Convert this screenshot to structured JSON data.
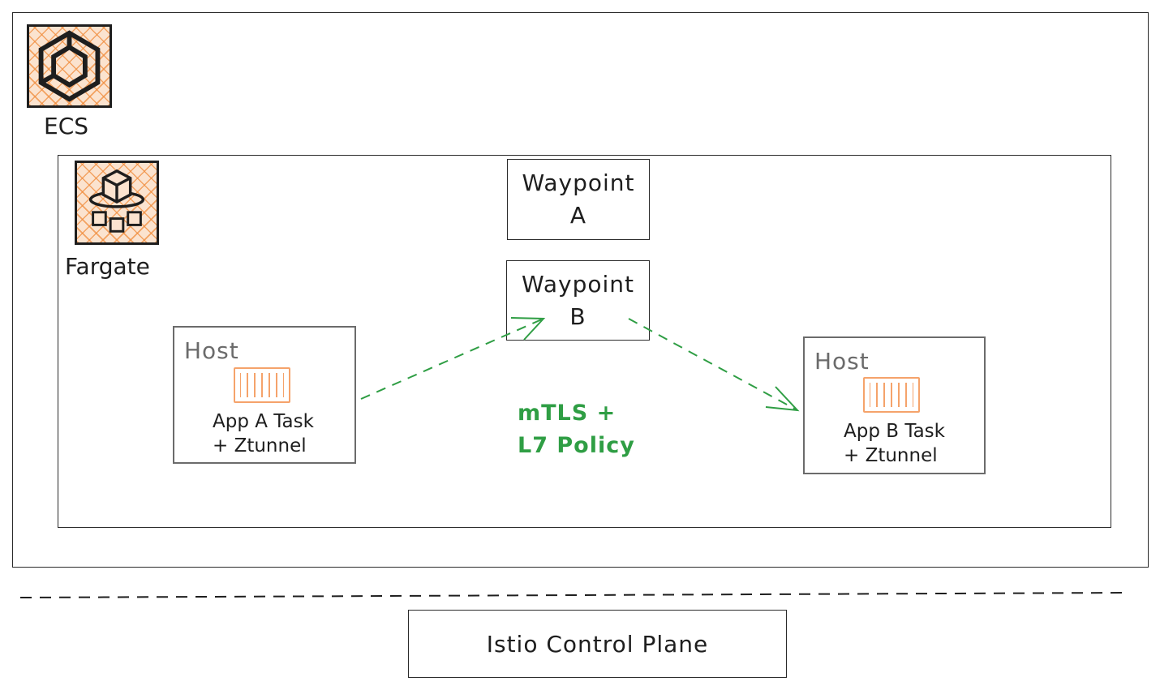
{
  "ecs": {
    "label": "ECS"
  },
  "fargate": {
    "label": "Fargate"
  },
  "waypoint_a": {
    "line1": "Waypoint",
    "line2": "A"
  },
  "waypoint_b": {
    "line1": "Waypoint",
    "line2": "B"
  },
  "host_a": {
    "label": "Host",
    "task_line1": "App A Task",
    "task_line2": "+ Ztunnel"
  },
  "host_b": {
    "label": "Host",
    "task_line1": "App B Task",
    "task_line2": "+ Ztunnel"
  },
  "connection": {
    "line1": "mTLS +",
    "line2": "L7 Policy"
  },
  "control_plane": {
    "label": "Istio Control Plane"
  },
  "colors": {
    "accent_green": "#2f9e44",
    "orange": "#f5a36b",
    "host_border": "#6b6b6b"
  },
  "icons": {
    "ecs": "ecs-icon",
    "fargate": "fargate-icon",
    "container": "container-icon"
  }
}
